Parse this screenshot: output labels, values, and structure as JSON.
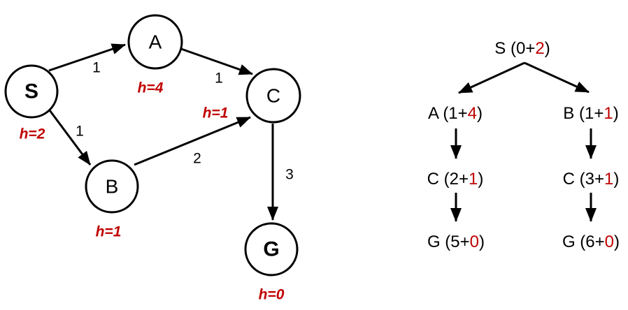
{
  "colors": {
    "node_stroke": "#000000",
    "edge": "#000000",
    "text": "#000000",
    "heuristic_red": "#c00000",
    "background": "#ffffff"
  },
  "graph": {
    "nodes": [
      {
        "id": "S",
        "label": "S",
        "h_label": "h=2"
      },
      {
        "id": "A",
        "label": "A",
        "h_label": "h=4"
      },
      {
        "id": "B",
        "label": "B",
        "h_label": "h=1"
      },
      {
        "id": "C",
        "label": "C",
        "h_label": "h=1"
      },
      {
        "id": "G",
        "label": "G",
        "h_label": "h=0"
      }
    ],
    "edges": [
      {
        "from": "S",
        "to": "A",
        "cost": "1"
      },
      {
        "from": "A",
        "to": "C",
        "cost": "1"
      },
      {
        "from": "S",
        "to": "B",
        "cost": "1"
      },
      {
        "from": "B",
        "to": "C",
        "cost": "2"
      },
      {
        "from": "C",
        "to": "G",
        "cost": "3"
      }
    ]
  },
  "tree": {
    "nodes": [
      {
        "id": "S",
        "pre": "S (0+",
        "h": "2",
        "post": ")"
      },
      {
        "id": "A",
        "pre": "A (1+",
        "h": "4",
        "post": ")"
      },
      {
        "id": "B",
        "pre": "B (1+",
        "h": "1",
        "post": ")"
      },
      {
        "id": "C1",
        "pre": "C (2+",
        "h": "1",
        "post": ")"
      },
      {
        "id": "C2",
        "pre": "C (3+",
        "h": "1",
        "post": ")"
      },
      {
        "id": "G1",
        "pre": "G (5+",
        "h": "0",
        "post": ")"
      },
      {
        "id": "G2",
        "pre": "G (6+",
        "h": "0",
        "post": ")"
      }
    ]
  }
}
